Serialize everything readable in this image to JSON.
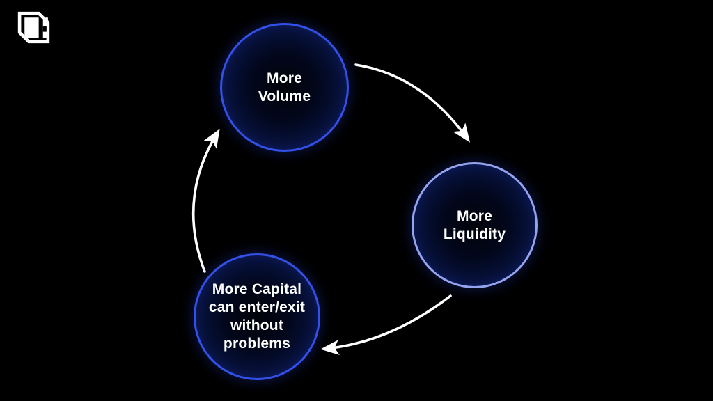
{
  "brand": {
    "logo_icon": "square-c-logo"
  },
  "colors": {
    "background": "#000000",
    "text": "#ffffff",
    "arrow": "#ffffff",
    "logo": "#ffffff",
    "node_border_primary": "#3350e8",
    "node_border_light": "#95a4ee",
    "node_glow": "#1e32a8",
    "node_center": "#02040f"
  },
  "diagram": {
    "type": "cycle",
    "nodes": [
      {
        "id": "more-volume",
        "label": "More\nVolume"
      },
      {
        "id": "more-liquidity",
        "label": "More\nLiquidity"
      },
      {
        "id": "more-capital",
        "label": "More Capital\ncan enter/exit\nwithout\nproblems"
      }
    ],
    "edges": [
      {
        "from": "More Volume",
        "to": "More Liquidity"
      },
      {
        "from": "More Liquidity",
        "to": "More Capital can enter/exit without problems"
      },
      {
        "from": "More Capital can enter/exit without problems",
        "to": "More Volume"
      }
    ]
  }
}
